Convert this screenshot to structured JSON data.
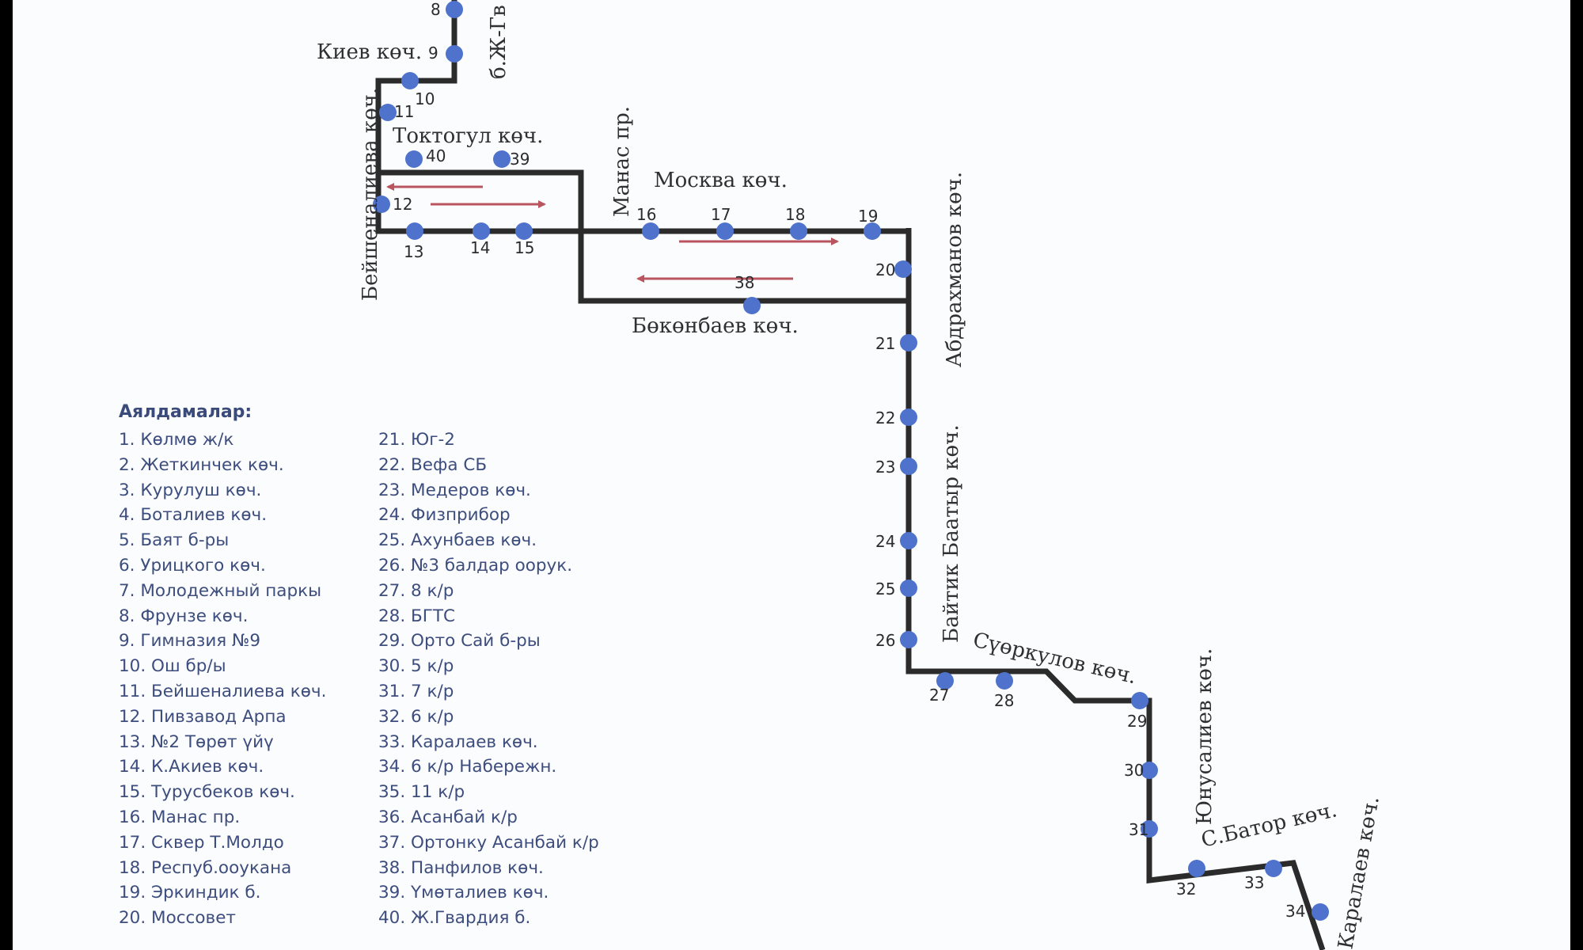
{
  "legend": {
    "title": "Аялдамалар:",
    "column1": [
      "1. Көлмө ж/к",
      "2. Жеткинчек көч.",
      "3. Курулуш көч.",
      "4. Боталиев көч.",
      "5. Баят б-ры",
      "6. Урицкого көч.",
      "7. Молодежный паркы",
      "8. Фрунзе көч.",
      "9. Гимназия №9",
      "10. Ош бр/ы",
      "11. Бейшеналиева көч.",
      "12. Пивзавод Арпа",
      "13. №2 Төрөт үйү",
      "14. К.Акиев көч.",
      "15. Турусбеков көч.",
      "16. Манас пр.",
      "17. Сквер Т.Молдо",
      "18. Респуб.ооукана",
      "19. Эркиндик б.",
      "20. Моссовет"
    ],
    "column2": [
      "21. Юг-2",
      "22. Вефа СБ",
      "23. Медеров көч.",
      "24. Физприбор",
      "25. Ахунбаев көч.",
      "26. №3 балдар оорук.",
      "27. 8 к/р",
      "28. БГТС",
      "29. Орто Сай б-ры",
      "30. 5 к/р",
      "31. 7 к/р",
      "32. 6 к/р",
      "33. Каралаев көч.",
      "34. 6 к/р Набережн.",
      "35. 11 к/р",
      "36. Асанбай к/р",
      "37. Ортонку Асанбай к/р",
      "38. Панфилов көч.",
      "39. Үмөталиев көч.",
      "40. Ж.Гвардия б."
    ]
  },
  "streets": {
    "kiev": "Киев көч.",
    "zh_gv": "б.Ж-Гв",
    "toktogul": "Токтогул көч.",
    "beyshenalieva": "Бейшеналиева көч.",
    "manas": "Манас пр.",
    "moskva": "Москва көч.",
    "abdrakhmanov": "Абдрахманов көч.",
    "bokonbaev": "Бөкөнбаев көч.",
    "baitik": "Байтик Баатыр көч.",
    "suorkulov": "Сүөркулов көч.",
    "yunusaliev": "Юнусалиев көч.",
    "s_bator": "С.Батор көч.",
    "karalaev": "Каралаев көч."
  },
  "stop_numbers": {
    "s8": "8",
    "s9": "9",
    "s10": "10",
    "s11": "11",
    "s12": "12",
    "s13": "13",
    "s14": "14",
    "s15": "15",
    "s16": "16",
    "s17": "17",
    "s18": "18",
    "s19": "19",
    "s20": "20",
    "s21": "21",
    "s22": "22",
    "s23": "23",
    "s24": "24",
    "s25": "25",
    "s26": "26",
    "s27": "27",
    "s28": "28",
    "s29": "29",
    "s30": "30",
    "s31": "31",
    "s32": "32",
    "s33": "33",
    "s34": "34",
    "s38": "38",
    "s39": "39",
    "s40": "40"
  },
  "colors": {
    "route": "#2b2b2b",
    "stop": "#4f73cc",
    "arrow": "#b8555f",
    "legend_text": "#3d4d7e"
  }
}
